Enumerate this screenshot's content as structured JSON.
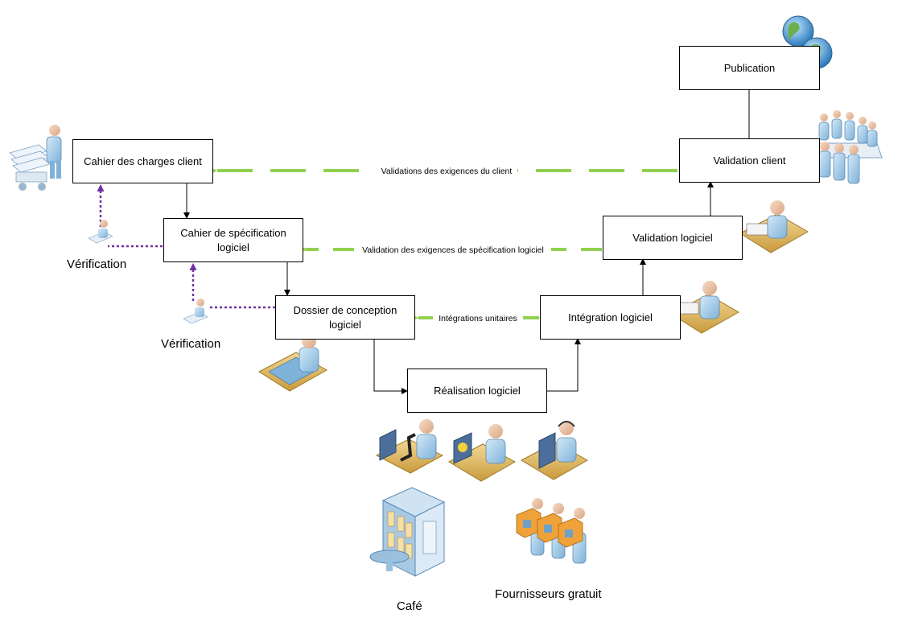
{
  "nodes": {
    "publication": "Publication",
    "validation_client": "Validation client",
    "cahier_charges": "Cahier des charges client",
    "cahier_specification": "Cahier de spécification logiciel",
    "validation_logiciel": "Validation logiciel",
    "dossier_conception": "Dossier de conception logiciel",
    "integration_logiciel": "Intégration logiciel",
    "realisation_logiciel": "Réalisation logiciel"
  },
  "edge_labels": {
    "validations_exigences_client": "Validations des exigences du client",
    "validation_exigences_specification": "Validation des exigences de spécification logiciel",
    "integrations_unitaires": "Intégrations unitaires"
  },
  "captions": {
    "verification_1": "Vérification",
    "verification_2": "Vérification",
    "cafe": "Café",
    "fournisseurs": "Fournisseurs gratuit"
  },
  "icons": [
    "globe-icon",
    "meeting-people-icon",
    "worker-cart-icon",
    "desk-worker-icon",
    "microscope-worker-icon",
    "radiation-worker-icon",
    "support-worker-icon",
    "cafe-building-icon",
    "box-carriers-icon",
    "small-computer-user-icon"
  ],
  "colors": {
    "green_dashed": "#92d050",
    "purple_dotted": "#7030a0",
    "figure_blue": "#b6d7ee",
    "desk_tan": "#e8c77a"
  }
}
